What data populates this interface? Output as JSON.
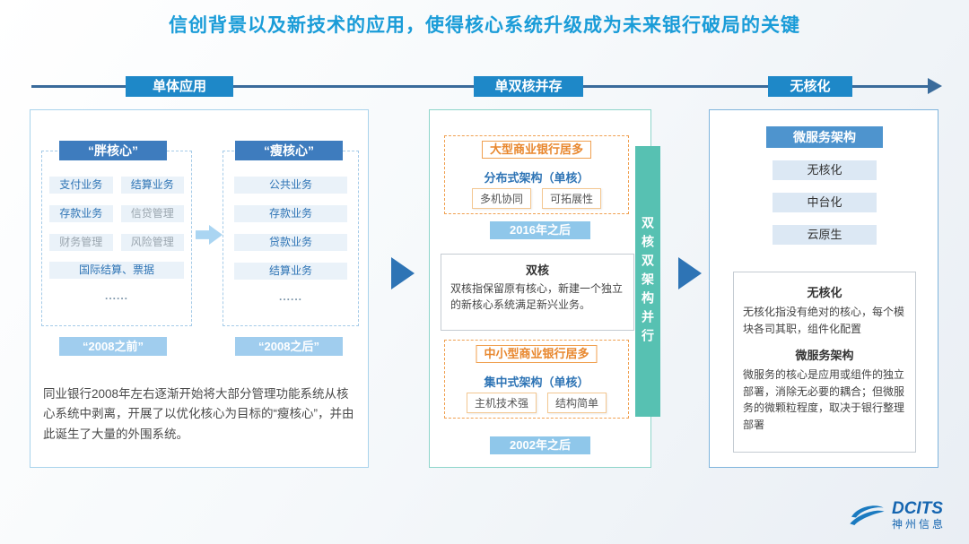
{
  "title": "信创背景以及新技术的应用，使得核心系统升级成为未来银行破局的关键",
  "colors": {
    "title_blue": "#1a9cd8",
    "stage_blue": "#1e88c8",
    "timeline_navy": "#3a6b9b",
    "core_header_blue": "#3e7cbe",
    "item_text_blue": "#2e74b5",
    "period_blue": "#a0cdee",
    "orange": "#f0a050",
    "teal": "#57c1b2",
    "arrow_blue": "#2e74b5",
    "logo_blue": "#1565b0"
  },
  "timeline": {
    "stages": [
      {
        "label": "单体应用"
      },
      {
        "label": "单双核并存"
      },
      {
        "label": "无核化"
      }
    ]
  },
  "panel1": {
    "fat_core": {
      "header": "“胖核心”",
      "items": [
        "支付业务",
        "结算业务",
        "存款业务",
        "信贷管理",
        "财务管理",
        "风险管理"
      ],
      "wide_item": "国际结算、票据",
      "dots": "......",
      "period": "“2008之前”"
    },
    "thin_core": {
      "header": "“瘦核心”",
      "items": [
        "公共业务",
        "存款业务",
        "贷款业务",
        "结算业务"
      ],
      "dots": "......",
      "period": "“2008之后”"
    },
    "description": "同业银行2008年左右逐渐开始将大部分管理功能系统从核心系统中剥离，开展了以优化核心为目标的“瘦核心”，并由此诞生了大量的外围系统。"
  },
  "panel2": {
    "top_group": {
      "header": "大型商业银行居多",
      "architecture": "分布式架构（单核）",
      "tags": [
        "多机协同",
        "可拓展性"
      ],
      "period": "2016年之后"
    },
    "middle_box": {
      "title": "双核",
      "text": "双核指保留原有核心，新建一个独立的新核心系统满足新兴业务。"
    },
    "bottom_group": {
      "header": "中小型商业银行居多",
      "architecture": "集中式架构（单核）",
      "tags": [
        "主机技术强",
        "结构简单"
      ],
      "period": "2002年之后"
    },
    "side_bar": "双核双架构并行"
  },
  "panel3": {
    "header": "微服务架构",
    "items": [
      "无核化",
      "中台化",
      "云原生"
    ],
    "detail": {
      "title1": "无核化",
      "text1": "无核化指没有绝对的核心，每个模块各司其职，组件化配置",
      "title2": "微服务架构",
      "text2": "微服务的核心是应用或组件的独立部署，消除无必要的耦合；但微服务的微颗粒程度，取决于银行整理部署"
    }
  },
  "logo": {
    "brand": "DCITS",
    "company": "神州信息"
  }
}
